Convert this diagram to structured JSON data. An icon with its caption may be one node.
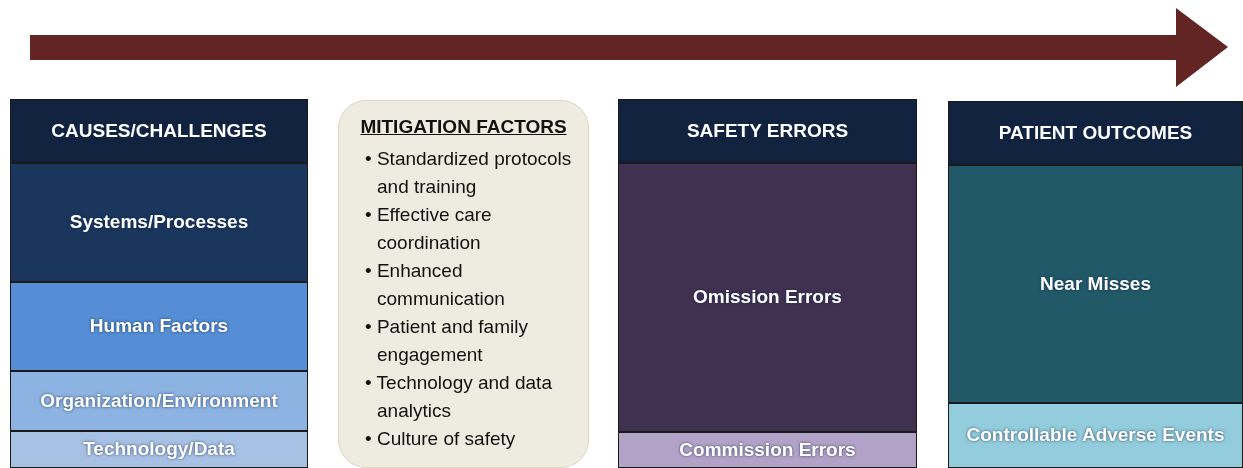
{
  "diagram": {
    "nodes": [
      {
        "text": [
          "CAUSES/CHALLENGES"
        ]
      },
      {
        "text": [
          "Systems/Processes"
        ]
      },
      {
        "text": [
          "Human Factors"
        ]
      },
      {
        "text": [
          "Organization/Environment"
        ]
      },
      {
        "text": [
          "Technology/Data"
        ]
      },
      {
        "text": [
          "MITIGATION FACTORS",
          "• Standardized protocols and training",
          "• Effective care coordination",
          "• Enhanced communication",
          "• Patient and family engagement",
          "• Technology and data analytics",
          "• Culture of safety"
        ]
      },
      {
        "text": [
          "SAFETY ERRORS"
        ]
      },
      {
        "text": [
          "Omission Errors"
        ]
      },
      {
        "text": [
          "Commission Errors"
        ]
      },
      {
        "text": [
          "PATIENT OUTCOMES"
        ]
      },
      {
        "text": [
          "Near Misses"
        ]
      },
      {
        "text": [
          "Controllable Adverse Events"
        ]
      }
    ]
  }
}
